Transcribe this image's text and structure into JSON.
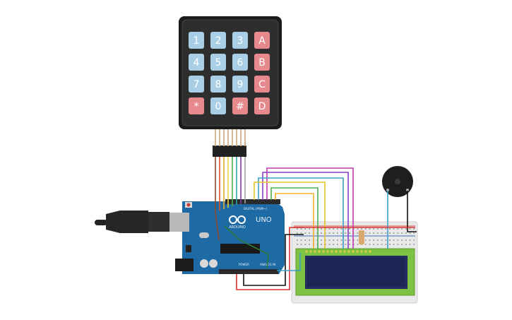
{
  "keypad": {
    "rows": [
      [
        "1",
        "2",
        "3",
        "A"
      ],
      [
        "4",
        "5",
        "6",
        "B"
      ],
      [
        "7",
        "8",
        "9",
        "C"
      ],
      [
        "*",
        "0",
        "#",
        "D"
      ]
    ]
  },
  "arduino": {
    "board_name": "UNO",
    "brand": "ARDUINO",
    "digital_label": "DIGITAL (PWM~)",
    "power_label": "POWER",
    "analog_label": "ANALOG IN"
  },
  "colors": {
    "key_blue": "#a9cfe6",
    "key_red": "#e7888c",
    "keypad_body": "#2c2c2c",
    "board": "#1d6aa5",
    "lcd_green": "#7dc243",
    "lcd_screen": "#1c2554",
    "buzzer": "#222222",
    "breadboard": "#e9e9e9"
  }
}
